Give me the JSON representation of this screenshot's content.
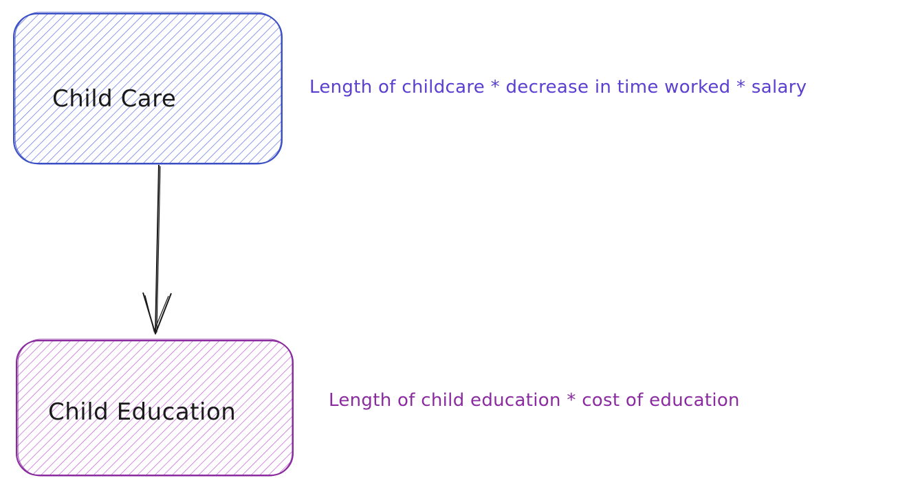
{
  "nodes": {
    "child_care": {
      "label": "Child Care",
      "formula": "Length of childcare * decrease in time worked * salary",
      "stroke_color": "#3b4fc4",
      "hatch_color": "#5b6ee6",
      "text_color": "#5b3fd0"
    },
    "child_education": {
      "label": "Child Education",
      "formula": "Length of child education * cost of education",
      "stroke_color": "#8a2a9e",
      "hatch_color": "#c05ad6",
      "text_color": "#8a2ca0"
    }
  },
  "edges": [
    {
      "from": "child_care",
      "to": "child_education",
      "color": "#1a1a1a"
    }
  ]
}
